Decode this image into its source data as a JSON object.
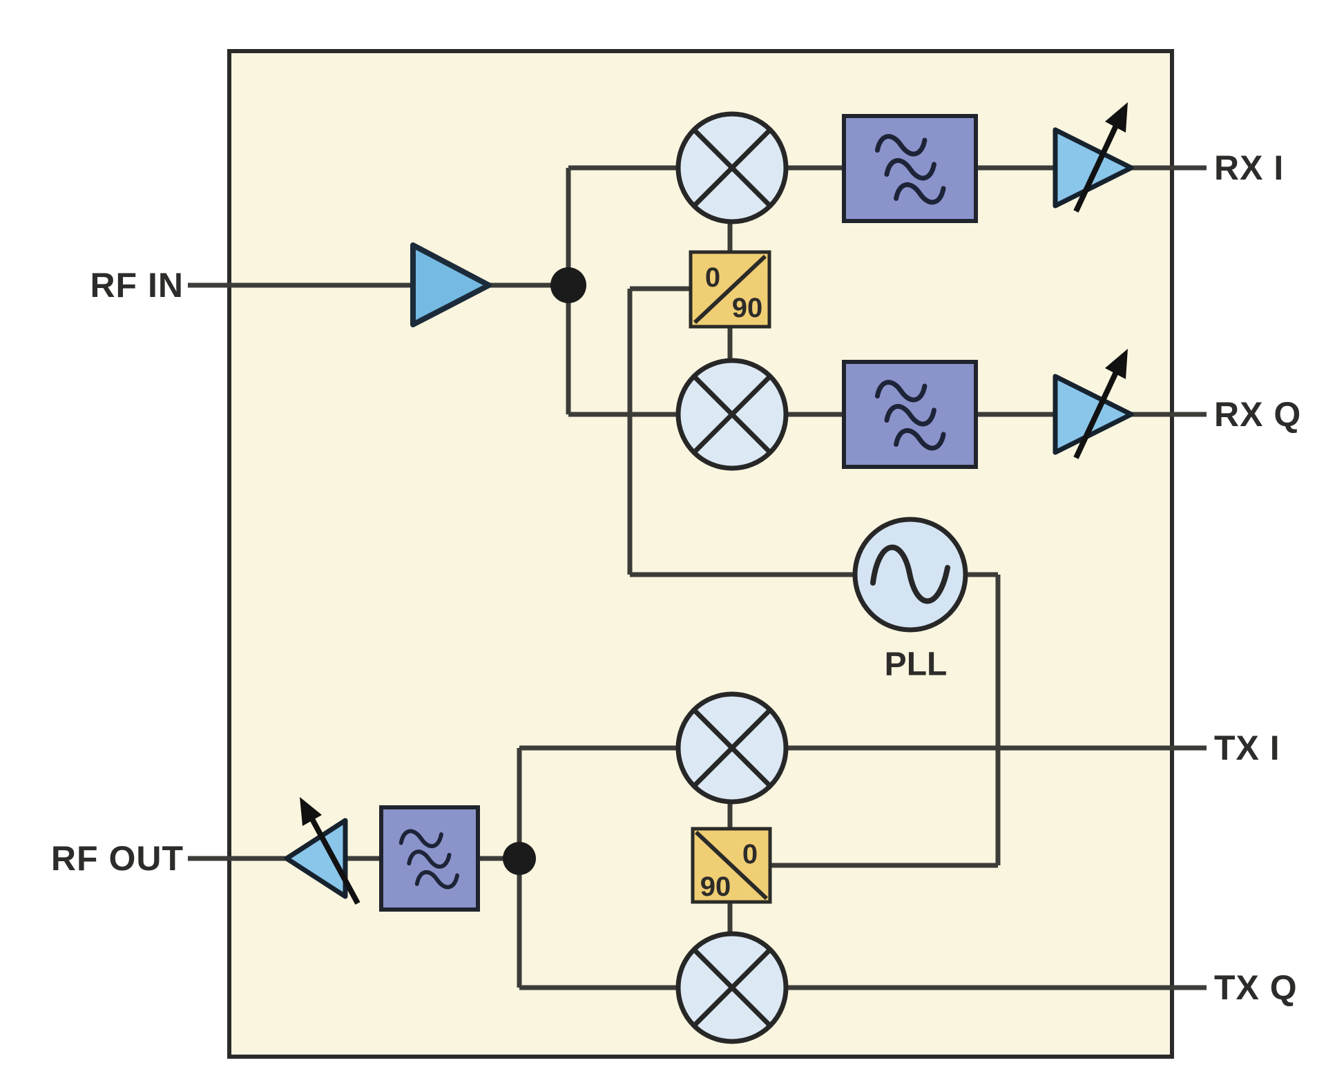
{
  "ports": {
    "rf_in": "RF IN",
    "rf_out": "RF OUT",
    "rx_i": "RX I",
    "rx_q": "RX Q",
    "tx_i": "TX I",
    "tx_q": "TX Q"
  },
  "blocks": {
    "pll": "PLL"
  },
  "phase_splitter": {
    "zero": "0",
    "ninety": "90"
  },
  "icons": {
    "mixer": "mixer-circle-x-icon",
    "oscillator": "sine-wave-icon",
    "filter": "lowpass-filter-waves-icon",
    "amplifier": "amplifier-triangle-icon",
    "vga": "variable-gain-arrow-icon"
  },
  "colors": {
    "chip_fill": "#FAF5DE",
    "chip_border": "#2A2A28",
    "wire": "#3C3C39",
    "mixer_fill": "#DCE9F5",
    "pll_fill": "#D4E4F3",
    "filter_fill": "#8B93CB",
    "phase_fill": "#F0CE74",
    "lna_fill": "#74BAE2",
    "vga_fill": "#8AC6EA",
    "junction": "#1B1B1B",
    "label_color": "#2D2C2A"
  }
}
